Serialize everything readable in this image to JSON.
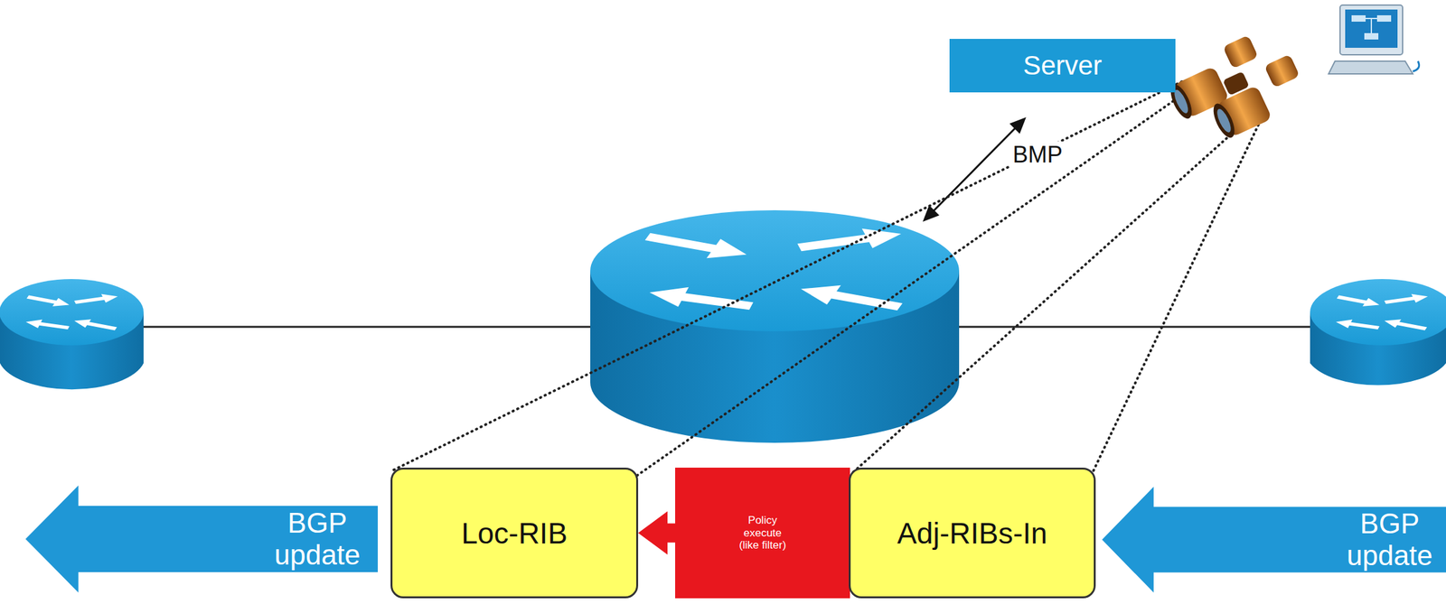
{
  "diagram": {
    "nodes": [
      {
        "text": [
          "Server"
        ]
      },
      {
        "text": [
          "BGP update"
        ]
      },
      {
        "text": [
          "Loc-RIB"
        ]
      },
      {
        "text": [
          "Policy execute (like filter)"
        ]
      },
      {
        "text": [
          "Adj-RIBs-In"
        ]
      },
      {
        "text": [
          "BGP update"
        ]
      }
    ],
    "edges": [
      {
        "from": 3,
        "to": 2,
        "arrow": "to"
      }
    ],
    "labels": [
      "BMP"
    ]
  }
}
